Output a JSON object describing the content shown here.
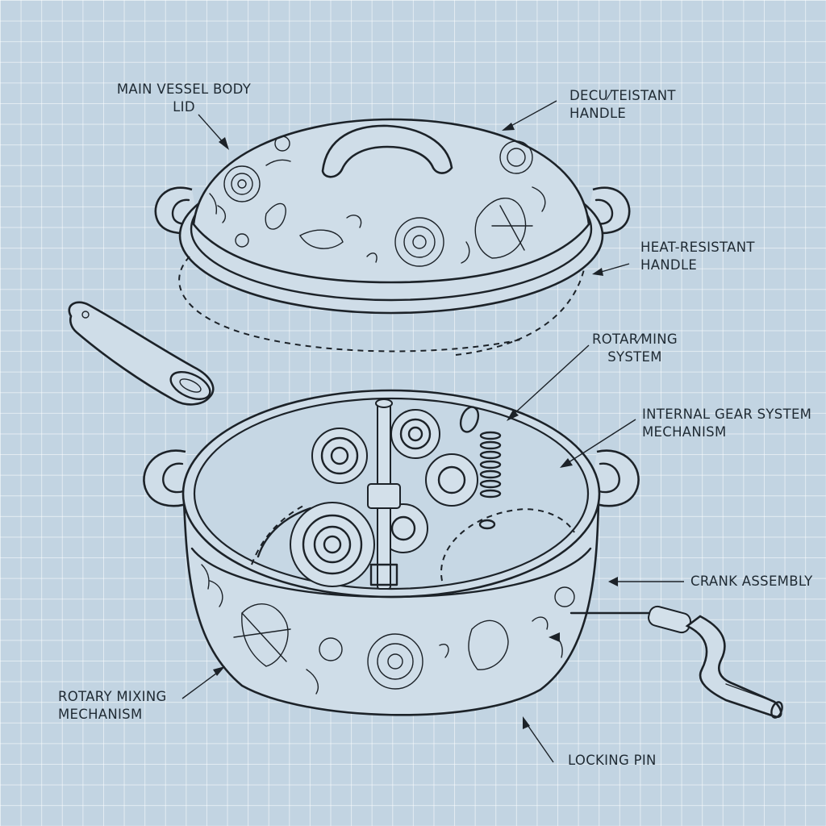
{
  "labels": {
    "main_vessel_lid": [
      "MAIN VESSEL BODY",
      "LID"
    ],
    "decorative_handle": [
      "DECU⁄TEISTANT",
      "HANDLE"
    ],
    "heat_resistant_handle": [
      "HEAT-RESISTANT",
      "HANDLE"
    ],
    "rotarming_system": [
      "ROTAR⁄MING",
      "SYSTEM"
    ],
    "internal_gear_system": [
      "INTERNAL GEAR SYSTEM",
      "MECHANISM"
    ],
    "crank_assembly": [
      "CRANK ASSEMBLY"
    ],
    "rotary_mixing": [
      "ROTARY MIXING",
      "MECHANISM"
    ],
    "locking_pin": [
      "LOCKING PIN"
    ]
  },
  "colors": {
    "background": "#c2d4e2",
    "grid": "#ffffff",
    "ink": "#1c2228",
    "part_fill": "#cfdde8"
  }
}
